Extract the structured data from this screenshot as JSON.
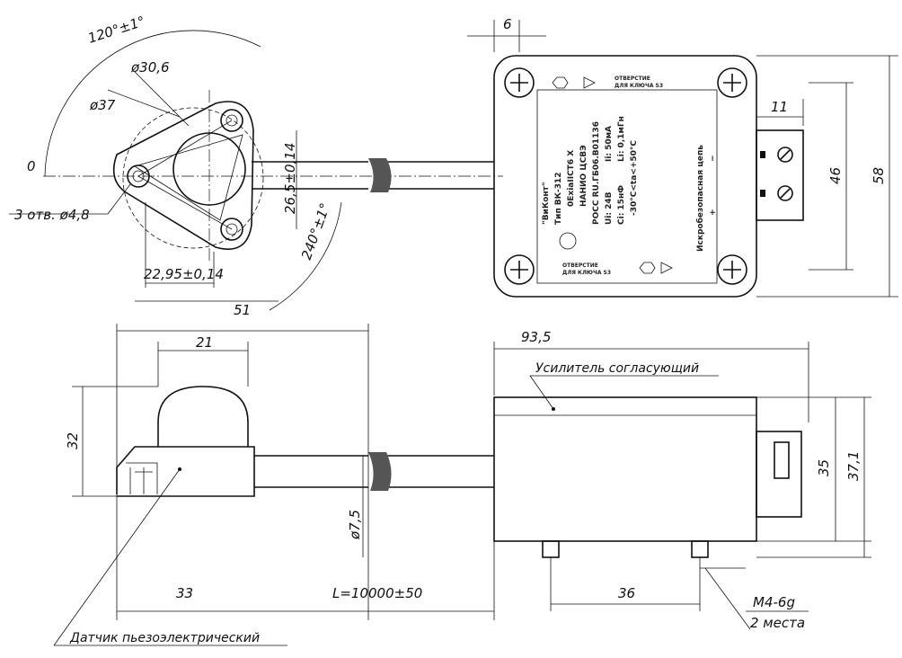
{
  "dimensions": {
    "d_30_6": "ø30,6",
    "d_37": "ø37",
    "angle_0": "0",
    "angle_120": "120°±1°",
    "angle_240": "240°±1°",
    "holes": "3 отв. ø4,8",
    "w_26_5": "26,5±0,14",
    "w_22_95": "22,95±0,14",
    "w_51": "51",
    "top_6": "6",
    "top_11": "11",
    "top_46": "46",
    "top_58": "58",
    "len_93_5": "93,5",
    "h_21": "21",
    "h_32": "32",
    "h_35": "35",
    "h_37_1": "37,1",
    "d_7_5": "ø7,5",
    "w_33": "33",
    "cable_L": "L=10000±50",
    "w_36": "36",
    "thread": "M4-6g",
    "places": "2 места"
  },
  "labels": {
    "amplifier": "Усилитель согласующий",
    "sensor": "Датчик пьезоэлектрический"
  },
  "nameplate": {
    "hole_top_1": "ОТВЕРСТИЕ",
    "hole_top_2": "ДЛЯ КЛЮЧА S3",
    "hole_bot_1": "ОТВЕРСТИЕ",
    "hole_bot_2": "ДЛЯ КЛЮЧА S3",
    "brand": "\"ВиКонт\"",
    "type": "Тип ВК-312",
    "ex": "0ExiaIICT6 X",
    "cert_org": "НАНИО ЦСВЭ",
    "cert": "РОСС RU.ГБ06.В01136",
    "ui": "Ui: 24В",
    "ii": "Ii: 50мА",
    "ci": "Ci: 15нФ",
    "li": "Li: 0,1мГн",
    "temp": "-30°С<ta<+50°С",
    "circuit": "Искробезопасная цепь",
    "plus": "+",
    "minus": "−"
  }
}
